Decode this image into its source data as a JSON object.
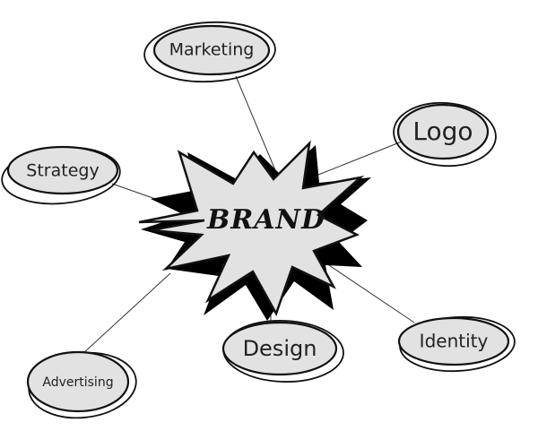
{
  "diagram": {
    "center": {
      "label": "BRAND"
    },
    "nodes": [
      {
        "label": "Marketing"
      },
      {
        "label": "Logo"
      },
      {
        "label": "Strategy"
      },
      {
        "label": "Advertising"
      },
      {
        "label": "Design"
      },
      {
        "label": "Identity"
      }
    ]
  },
  "colors": {
    "ellipse_fill": "#e2e2e2",
    "burst_fill": "#e2e2e2",
    "shadow": "#000000",
    "stroke": "#111111",
    "connector": "#333333"
  }
}
